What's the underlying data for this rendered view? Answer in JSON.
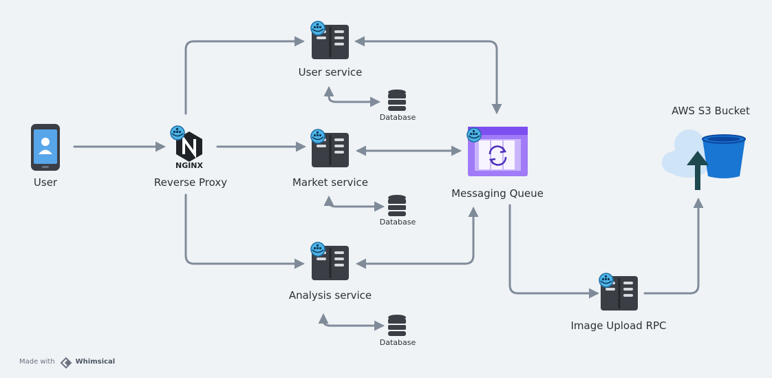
{
  "nodes": {
    "user": "User",
    "reverse_proxy": "Reverse Proxy",
    "nginx_logo": "NGINX",
    "user_service": "User service",
    "market_service": "Market service",
    "analysis_service": "Analysis service",
    "messaging_queue": "Messaging Queue",
    "image_upload": "Image Upload RPC",
    "s3_bucket": "AWS S3 Bucket"
  },
  "databases": [
    "Database",
    "Database",
    "Database"
  ],
  "branding": {
    "made_with": "Made with",
    "tool": "Whimsical"
  },
  "icons": {
    "server": "server-icon",
    "docker": "docker-badge-icon",
    "database": "database-icon",
    "phone": "phone-user-icon",
    "nginx": "nginx-icon",
    "queue": "queue-icon",
    "cloud_bucket": "cloud-bucket-icon"
  },
  "colors": {
    "background": "#f0f3f6",
    "connector": "#7f8b99",
    "server": "#3b3f45",
    "queue_purple": "#8a5cf5",
    "bucket_blue": "#1976d2",
    "docker_blue": "#4fb3e6"
  }
}
